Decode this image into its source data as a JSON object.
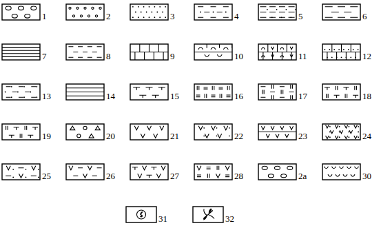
{
  "diagram": {
    "labels": [
      "1",
      "2",
      "3",
      "4",
      "5",
      "6",
      "7",
      "8",
      "9",
      "10",
      "11",
      "12",
      "13",
      "14",
      "15",
      "16",
      "17",
      "18",
      "19",
      "20",
      "21",
      "22",
      "23",
      "24",
      "25",
      "26",
      "27",
      "28",
      "2a",
      "30",
      "31",
      "32"
    ]
  }
}
